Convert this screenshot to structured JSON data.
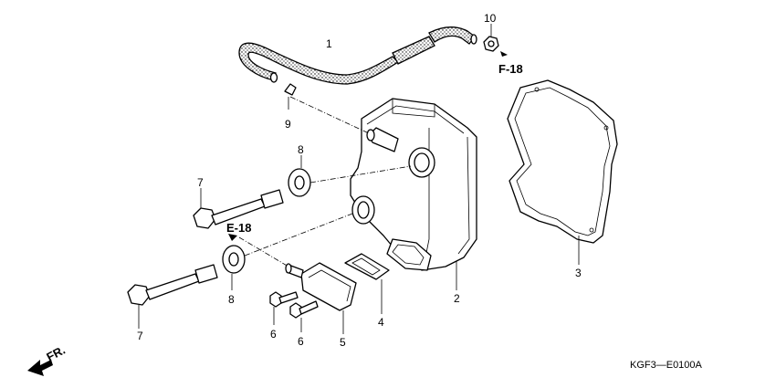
{
  "diagram": {
    "callouts": [
      {
        "id": "1",
        "label": "1"
      },
      {
        "id": "2",
        "label": "2"
      },
      {
        "id": "3",
        "label": "3"
      },
      {
        "id": "4",
        "label": "4"
      },
      {
        "id": "5",
        "label": "5"
      },
      {
        "id": "6a",
        "label": "6"
      },
      {
        "id": "6b",
        "label": "6"
      },
      {
        "id": "7a",
        "label": "7"
      },
      {
        "id": "7b",
        "label": "7"
      },
      {
        "id": "8a",
        "label": "8"
      },
      {
        "id": "8b",
        "label": "8"
      },
      {
        "id": "9",
        "label": "9"
      },
      {
        "id": "10",
        "label": "10"
      }
    ],
    "references": {
      "f18": "F-18",
      "e18": "E-18"
    },
    "front_label": "FR.",
    "diagram_code": "KGF3—E0100A"
  }
}
